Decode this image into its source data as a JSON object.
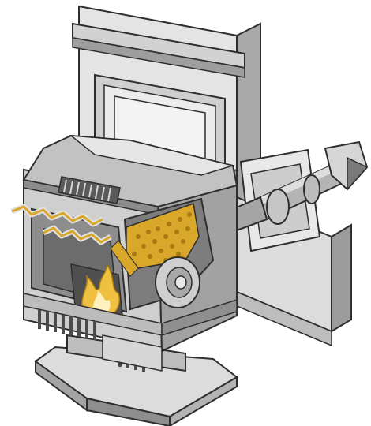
{
  "illustration": {
    "subject": "pellet-stove-cutaway",
    "style": "grayscale-technical-cutaway",
    "colors": {
      "background": "#ffffff",
      "outline": "#2e2e2e",
      "light_gray": "#e2e2e2",
      "mid_gray": "#b9b9b9",
      "dark_gray": "#8a8a8a",
      "deep_gray": "#5f5f5f",
      "pellet": "#d9a72a",
      "pellet_dark": "#a87a12",
      "flame": "#f0c040"
    },
    "parts": [
      "wall-panel",
      "stove-hood",
      "top-vent-grille",
      "pellet-hopper",
      "feed-auger",
      "combustion-chamber",
      "flame",
      "blower-fan",
      "lower-vent-grille",
      "stove-base",
      "exhaust-pipe",
      "wall-flange"
    ]
  }
}
